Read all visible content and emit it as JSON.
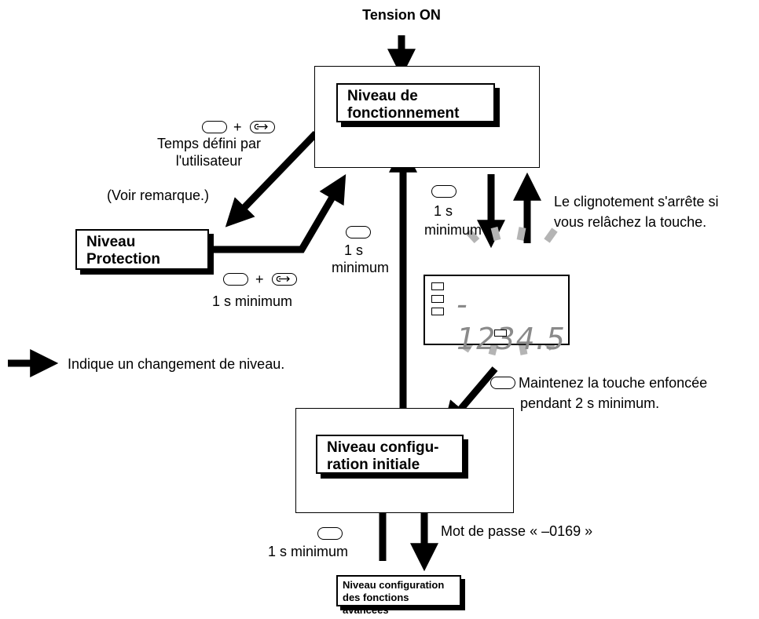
{
  "title": "Tension ON",
  "levels": {
    "operation": [
      "Niveau de",
      "fonctionnement"
    ],
    "protection": [
      "Niveau",
      "Protection"
    ],
    "initial": [
      "Niveau configu-",
      "ration initiale"
    ],
    "advanced": [
      "Niveau configuration",
      "des fonctions avancées"
    ]
  },
  "labels": {
    "plus": "+",
    "user_time_1": "Temps défini par",
    "user_time_2": "l'utilisateur",
    "see_note": "(Voir remarque.)",
    "one_s": "1 s",
    "minimum": "minimum",
    "one_s_minimum": "1 s minimum",
    "blink_1": "Le clignotement s'arrête si",
    "blink_2": "vous relâchez la touche.",
    "hold_1": "Maintenez la touche enfoncée",
    "hold_2": "pendant 2 s minimum.",
    "password": "Mot de passe « –0169 »",
    "legend": "Indique un changement de niveau."
  },
  "display": {
    "value": "- 1234.5"
  },
  "icons": {
    "level_key": "rounded-rectangle-key",
    "mode_key": "cycle-arrow-key"
  }
}
